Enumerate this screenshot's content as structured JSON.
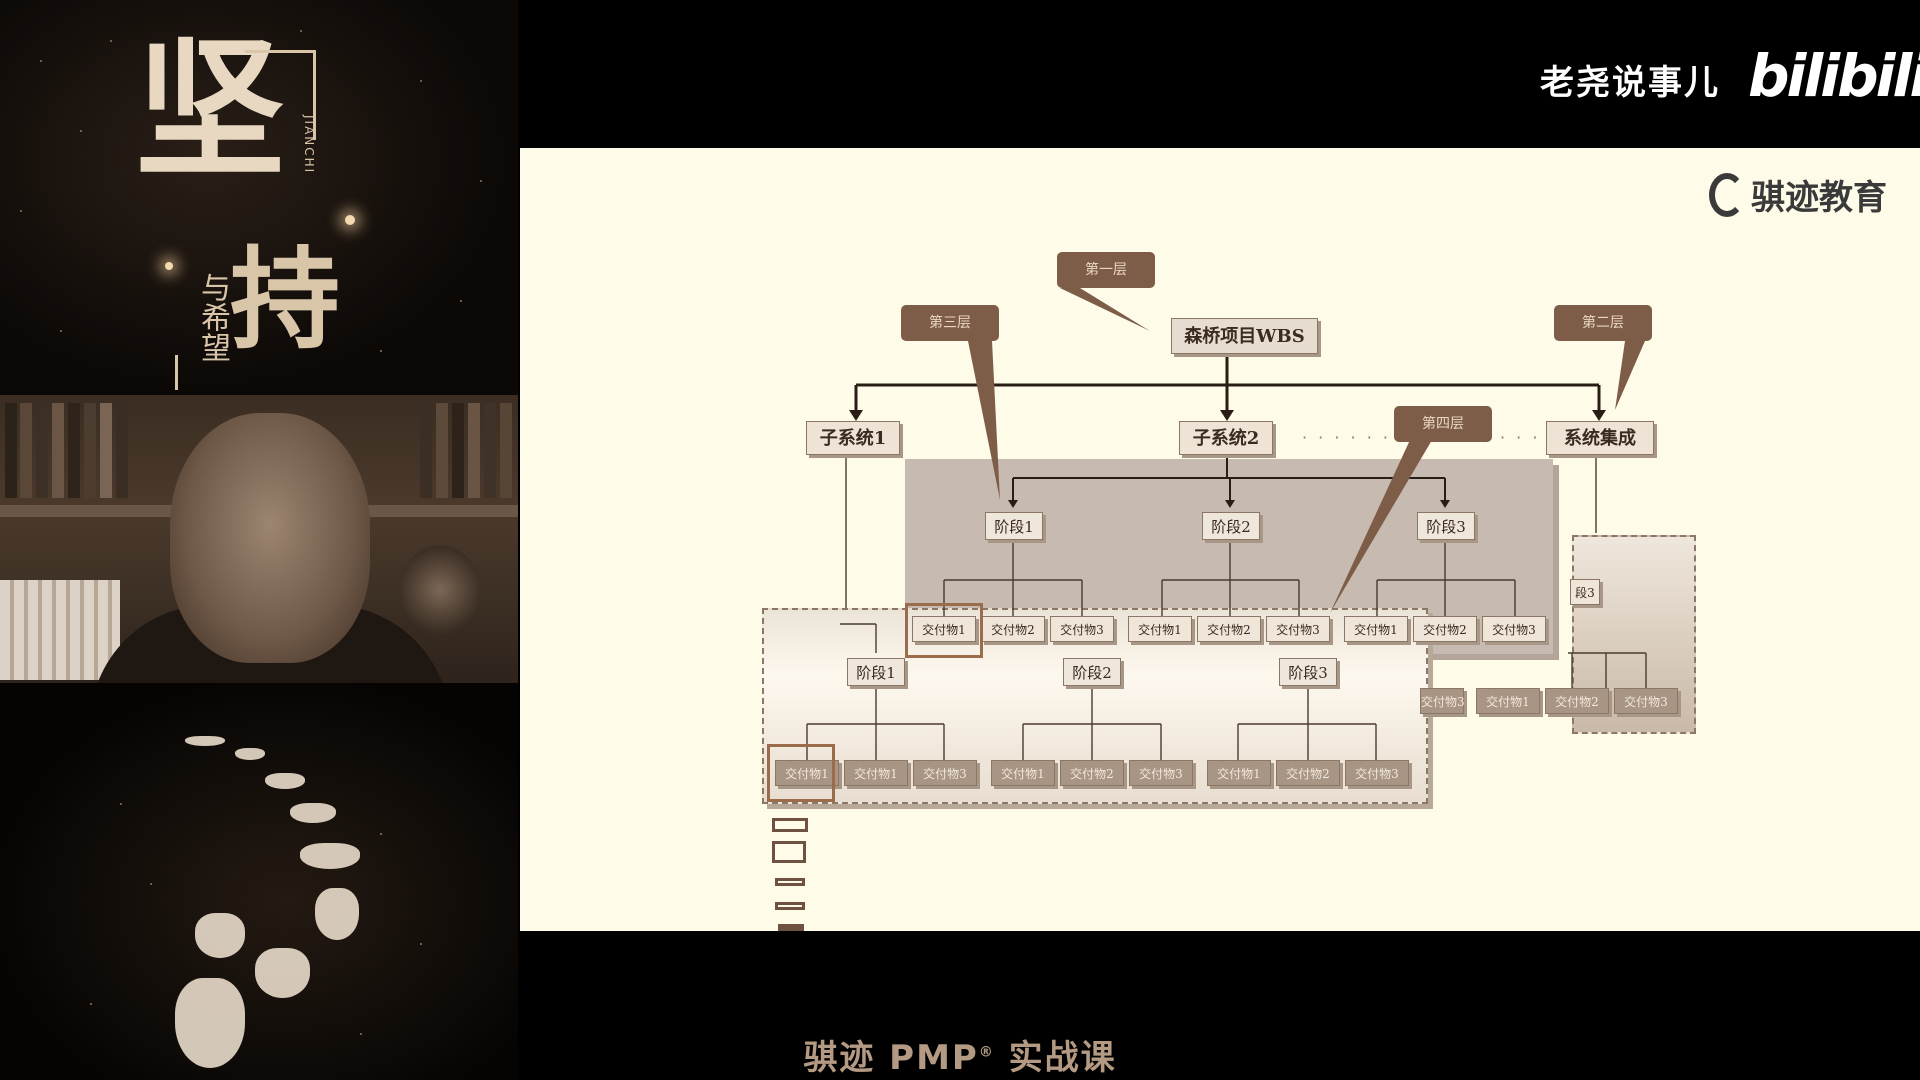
{
  "poster": {
    "main_char": "坚",
    "second_char": "持",
    "small_text": "与希望",
    "pinyin": "JIANCHI"
  },
  "branding": {
    "channel_name": "老尧说事儿",
    "platform_logo": "bilibili"
  },
  "slide": {
    "company_logo": "骐迹教育",
    "root": "森桥项目WBS",
    "subsystems": [
      "子系统1",
      "子系统2",
      "系统集成"
    ],
    "ellipsis": "· · · · · ·",
    "ellipsis2": "· · ·",
    "phases": [
      "阶段1",
      "阶段2",
      "阶段3"
    ],
    "deliverables": [
      "交付物1",
      "交付物2",
      "交付物3"
    ],
    "callouts": {
      "level1": "第一层",
      "level2": "第二层",
      "level3": "第三层",
      "level4": "第四层"
    },
    "partial_phase": "段3"
  },
  "subtitle": {
    "text": "骐迹 PMP",
    "sup": "®",
    "text2": " 实战课"
  },
  "colors": {
    "background": "#000000",
    "slide_bg": "#fefbe8",
    "callout": "#7e5d48",
    "box_border": "#8a7766"
  }
}
